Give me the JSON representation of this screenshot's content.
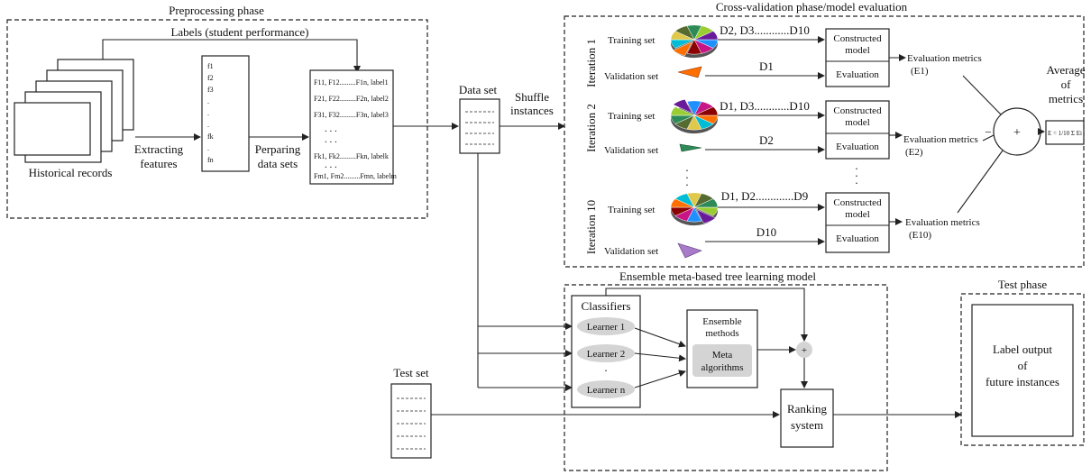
{
  "preprocessing": {
    "title": "Preprocessing phase",
    "labels_caption": "Labels (student performance)",
    "historical_records": "Historical records",
    "extracting_features": [
      "Extracting",
      "features"
    ],
    "preparing_data_sets": [
      "Perparing",
      "data sets"
    ],
    "feature_list": [
      "f1",
      "f2",
      "f3",
      ".",
      ".",
      ".",
      "fk",
      ".",
      "fn"
    ],
    "matrix_rows": [
      "F11, F12.........F1n, label1",
      "F21, F22.........F2n, label2",
      "F31, F32.........F3n, label3",
      "Fk1, Fk2.........Fkn, labelk",
      "Fm1, Fm2.........Fmn, labelm"
    ]
  },
  "data_set": {
    "label": "Data set",
    "shuffle": [
      "Shuffle",
      "instances"
    ]
  },
  "cross_validation": {
    "title": "Cross-validation phase/model evaluation",
    "iterations": [
      {
        "name": "Iteration 1",
        "training": "Training set",
        "validation": "Validation set",
        "train_folds": "D2, D3............D10",
        "val_fold": "D1",
        "model": [
          "Constructed",
          "model"
        ],
        "evaluation": "Evaluation",
        "metrics": "Evaluation metrics",
        "code": "(E1)"
      },
      {
        "name": "Iteration 2",
        "training": "Training set",
        "validation": "Validation set",
        "train_folds": "D1, D3............D10",
        "val_fold": "D2",
        "model": [
          "Constructed",
          "model"
        ],
        "evaluation": "Evaluation",
        "metrics": "Evaluation metrics",
        "code": "(E2)"
      },
      {
        "name": "Iteration 10",
        "training": "Training set",
        "validation": "Validation set",
        "train_folds": "D1, D2.............D9",
        "val_fold": "D10",
        "model": [
          "Constructed",
          "model"
        ],
        "evaluation": "Evaluation",
        "metrics": "Evaluation metrics",
        "code": "(E10)"
      }
    ],
    "average": [
      "Average",
      "of",
      "metrics"
    ],
    "plus": "+",
    "minus": "−",
    "formula": "E = 1/10 Σ Ei"
  },
  "ensemble": {
    "title": "Ensemble meta-based tree learning model",
    "classifiers": "Classifiers",
    "learners": [
      "Learner 1",
      "Learner 2",
      "Learner n"
    ],
    "methods": [
      "Ensemble",
      "methods"
    ],
    "meta": [
      "Meta",
      "algorithms"
    ],
    "plus": "+",
    "ranking": [
      "Ranking",
      "system"
    ]
  },
  "test_set": {
    "label": "Test set"
  },
  "test_phase": {
    "title": "Test phase",
    "output": [
      "Label output",
      "of",
      "future instances"
    ]
  },
  "colors": {
    "learner_fill": "#d4d4d4",
    "pie_palette": [
      "#2e8b57",
      "#9acd32",
      "#6a1b9a",
      "#1e90ff",
      "#c71585",
      "#8b0000",
      "#ff6f00",
      "#00bcd4",
      "#e0c84a",
      "#556b2f"
    ]
  }
}
